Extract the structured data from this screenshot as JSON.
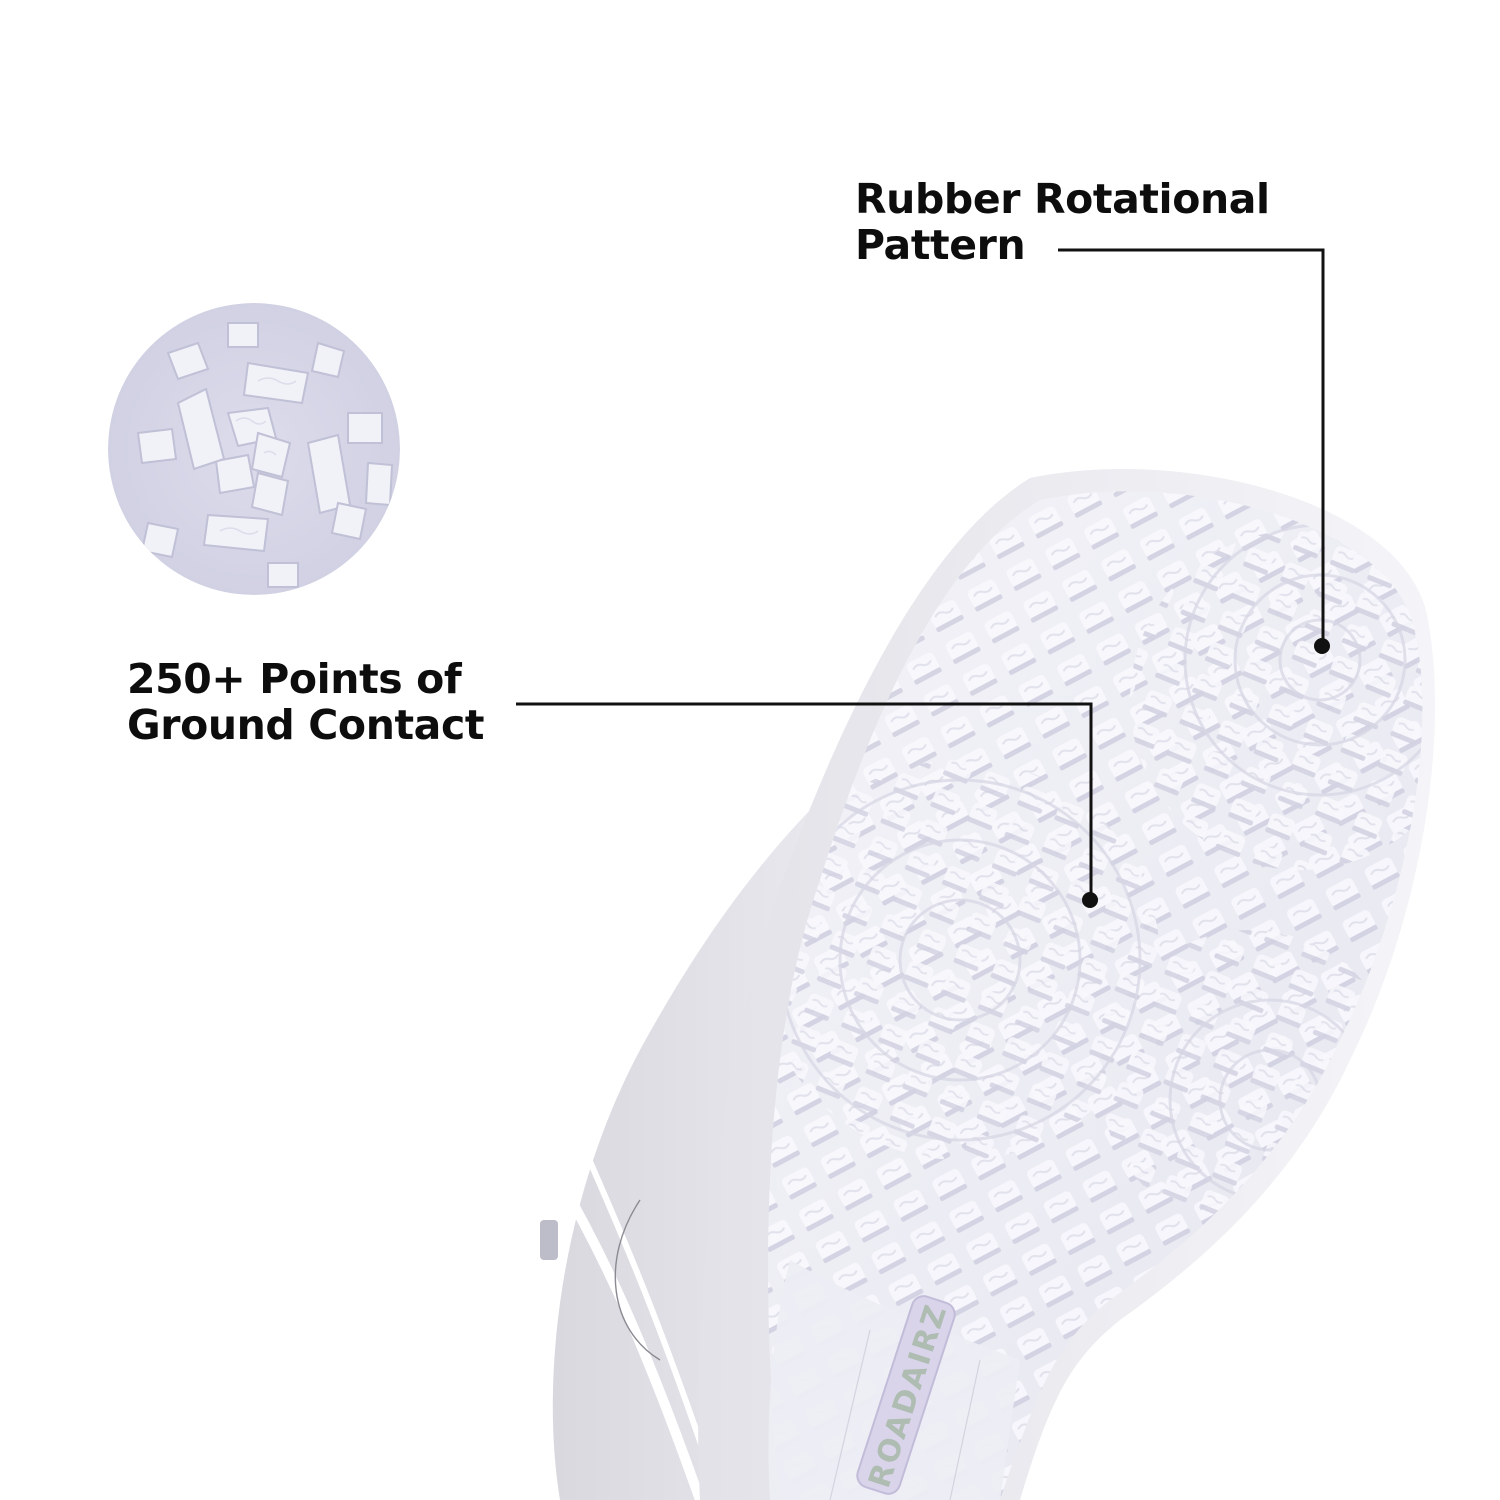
{
  "callouts": {
    "rotational_pattern": {
      "line1": "Rubber Rotational",
      "line2": "Pattern"
    },
    "ground_contact": {
      "line1": "250+ Points of",
      "line2": "Ground Contact"
    }
  },
  "product": {
    "sole_brand_mark": "ROADAIRZ",
    "inset_icon": "tread-closeup-icon"
  },
  "colors": {
    "background": "#ffffff",
    "label_text": "#0d0d0d",
    "leader_line": "#111111",
    "sole_base": "#ececf4",
    "sole_lug": "#f6f6fb",
    "sole_shadow": "#cfcfe0",
    "upper_gray": "#dcdce2",
    "brand_badge": "#b8c4bc"
  }
}
